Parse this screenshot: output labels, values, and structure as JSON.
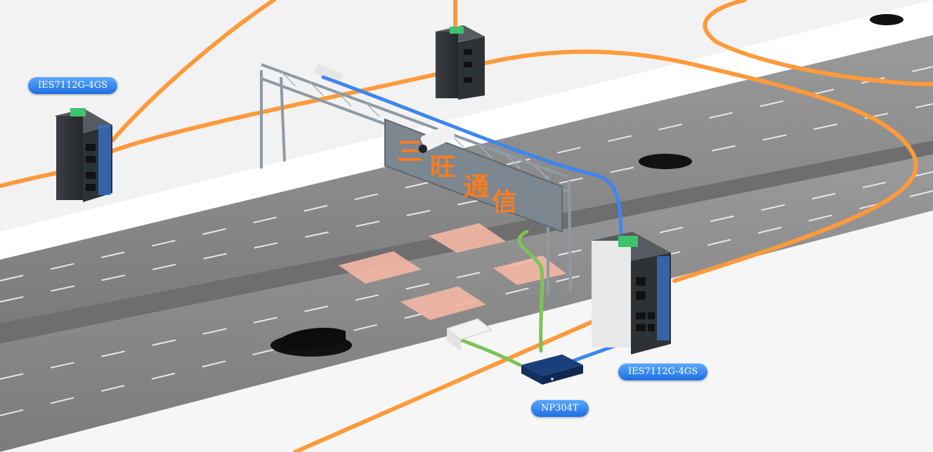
{
  "labels": {
    "switch_top_left": "IES7112G-4GS",
    "switch_main": "IES7112G-4GS",
    "router": "NP304T"
  },
  "gantry_sign": {
    "chars": [
      "三",
      "旺",
      "通",
      "信"
    ]
  },
  "colors": {
    "fiber": "#ff9a3c",
    "ethernet_blue": "#3d86f0",
    "ethernet_green": "#7cc35a",
    "road": "#8e8e8e",
    "sidewalk": "#f6f6f6",
    "detection_zone": "#f4b7a4",
    "sign_text": "#ff7b1c",
    "label_bg": "#2f85f2"
  }
}
